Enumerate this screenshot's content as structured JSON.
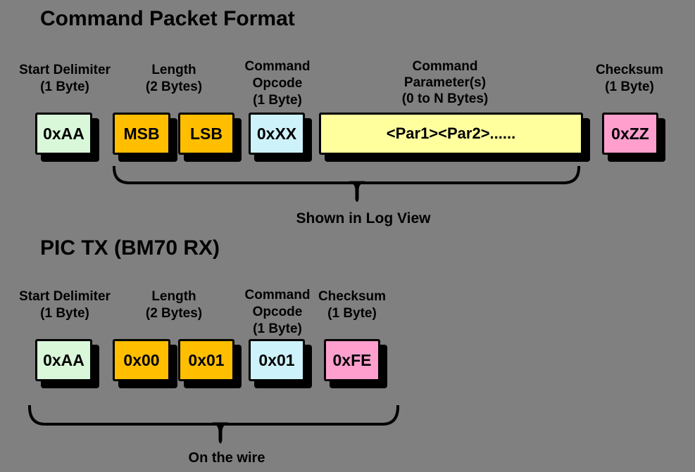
{
  "colors": {
    "background": "#808080",
    "shadow": "#000000",
    "green": "#d9f7d9",
    "orange": "#ffbe00",
    "cyan": "#cdf2fa",
    "yellow": "#ffff9e",
    "pink": "#ff9fce"
  },
  "section1": {
    "title": "Command Packet Format",
    "fields": {
      "start_delimiter": {
        "l1": "Start Delimiter",
        "l2": "(1 Byte)"
      },
      "length": {
        "l1": "Length",
        "l2": "(2 Bytes)"
      },
      "opcode": {
        "l1": "Command",
        "l2": "Opcode",
        "l3": "(1 Byte)"
      },
      "parameters": {
        "l1": "Command",
        "l2": "Parameter(s)",
        "l3": "(0 to N Bytes)"
      },
      "checksum": {
        "l1": "Checksum",
        "l2": "(1 Byte)"
      }
    },
    "boxes": {
      "start": "0xAA",
      "len_msb": "MSB",
      "len_lsb": "LSB",
      "opcode": "0xXX",
      "params": "<Par1><Par2>......",
      "checksum": "0xZZ"
    },
    "caption": "Shown in Log View"
  },
  "section2": {
    "title": "PIC TX (BM70 RX)",
    "fields": {
      "start_delimiter": {
        "l1": "Start Delimiter",
        "l2": "(1 Byte)"
      },
      "length": {
        "l1": "Length",
        "l2": "(2 Bytes)"
      },
      "opcode": {
        "l1": "Command",
        "l2": "Opcode",
        "l3": "(1 Byte)"
      },
      "checksum": {
        "l1": "Checksum",
        "l2": "(1 Byte)"
      }
    },
    "boxes": {
      "start": "0xAA",
      "len_msb": "0x00",
      "len_lsb": "0x01",
      "opcode": "0x01",
      "checksum": "0xFE"
    },
    "caption": "On the wire"
  }
}
